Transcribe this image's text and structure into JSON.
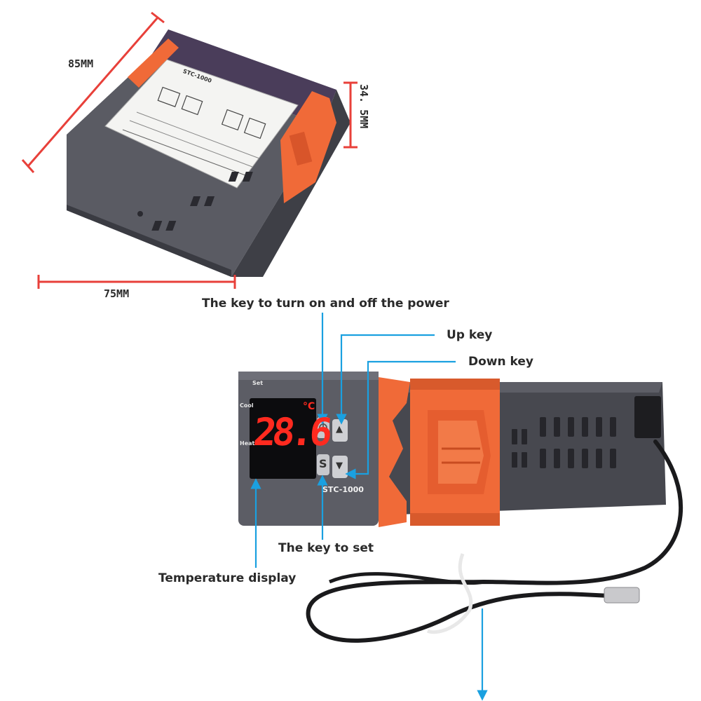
{
  "dimensions": {
    "length_label": "85MM",
    "height_label": "34. 5MM",
    "width_label": "75MM"
  },
  "annotations": {
    "power_key": "The key to turn on and off the power",
    "up_key": "Up key",
    "down_key": "Down key",
    "set_key": "The key to set",
    "temperature_display": "Temperature display"
  },
  "device": {
    "model": "STC-1000",
    "sticker_model": "STC-1000",
    "display_value": "28.6",
    "display_unit": "°C",
    "indicators": [
      "Set",
      "Cool",
      "Heat"
    ],
    "set_key_letter": "S",
    "up_arrow": "▲",
    "down_arrow": "▼"
  },
  "colors": {
    "dimension_line": "#e8403a",
    "callout_line": "#1aa0e0",
    "housing": "#4a4b53",
    "clip": "#f06a38",
    "display_digits": "#ff2a1f"
  }
}
